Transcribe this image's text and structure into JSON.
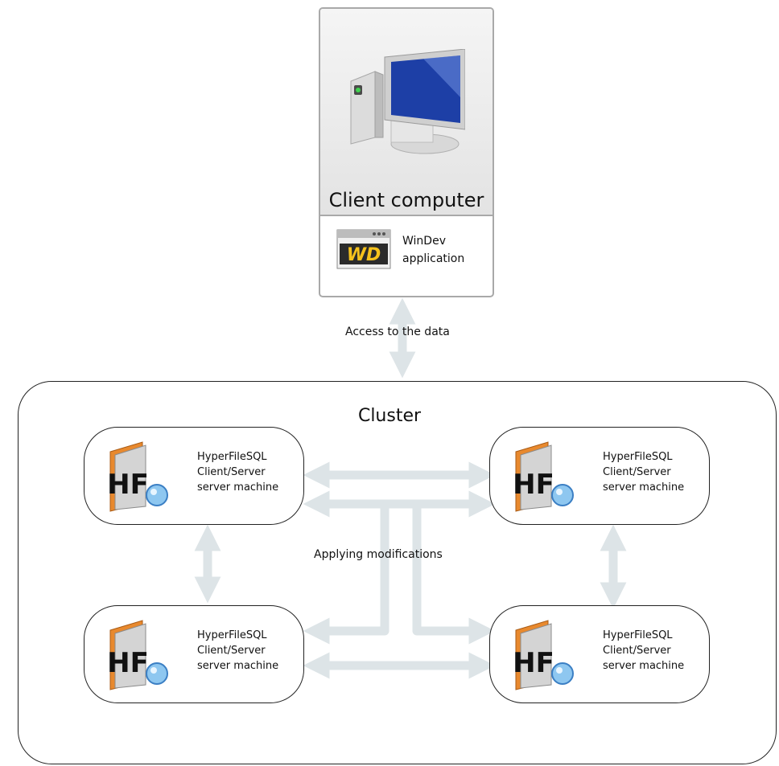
{
  "client": {
    "title": "Client computer",
    "app_line1": "WinDev",
    "app_line2": "application",
    "app_icon_text": "WD"
  },
  "access_label": "Access to the data",
  "cluster": {
    "title": "Cluster",
    "modifications_label": "Applying modifications",
    "servers": [
      {
        "line1": "HyperFileSQL",
        "line2": "Client/Server",
        "line3": "server machine"
      },
      {
        "line1": "HyperFileSQL",
        "line2": "Client/Server",
        "line3": "server machine"
      },
      {
        "line1": "HyperFileSQL",
        "line2": "Client/Server",
        "line3": "server machine"
      },
      {
        "line1": "HyperFileSQL",
        "line2": "Client/Server",
        "line3": "server machine"
      }
    ],
    "hf_icon_text": "HF"
  },
  "colors": {
    "arrow": "#dde4e7",
    "border": "#222222",
    "hf_orange": "#e8892e"
  }
}
